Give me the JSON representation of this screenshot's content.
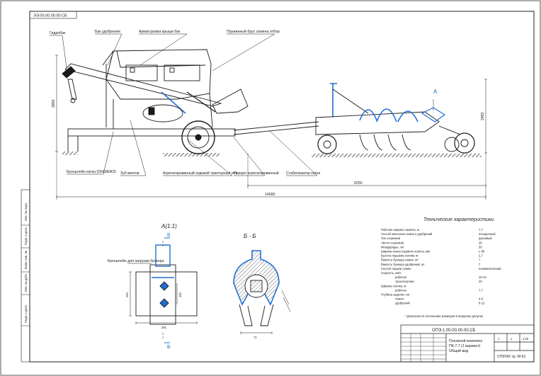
{
  "drawing": {
    "stamp_top": "ЭЭ.00.00.00.00.СБ",
    "main_view": {
      "callouts": [
        "Гидробак",
        "Бак удобрения",
        "Арматуровка крыши бак",
        "Пружинный брус семена отбор",
        "Кронштейн катка (ОНШБЖЗ)",
        "Зуб винтов",
        "Агрегатированный ходовой тракторный пол",
        "Прицеп агрегатированный",
        "Стабилизатор катка"
      ],
      "label_A": "А",
      "dim_height_left": "2850",
      "dim_height_right": "2450",
      "dim_mid": "6250",
      "dim_total": "14000"
    },
    "detail_A": {
      "title": "А(1:1)",
      "note": "Кронштейн для загрузки бункера",
      "cut_mark_top": "Б",
      "cut_mark_bottom": "Б",
      "dim_w": "291",
      "dim_h": "264",
      "dim_inner": "150"
    },
    "section_BB": {
      "title": "Б - Б",
      "dim_w": "71"
    },
    "tech": {
      "heading": "Технические характеристики",
      "rows": [
        {
          "k": "Рабочая ширина захвата, м",
          "v": "7,7"
        },
        {
          "k": "Способ внесения семян и удобрений",
          "v": "посадочный"
        },
        {
          "k": "Тип сошников",
          "v": "дисковый"
        },
        {
          "k": "Число сошников",
          "v": "25"
        },
        {
          "k": "Междурядье, см",
          "v": "30"
        },
        {
          "k": "Ширина колеи ходового колеса, мм",
          "v": "≤ 88"
        },
        {
          "k": "Высота подъёма сеялки, м",
          "v": "2,7"
        },
        {
          "k": "Ёмкость бункера семян, м³",
          "v": "7"
        },
        {
          "k": "Ёмкость бункера удобрений, м³",
          "v": "7"
        },
        {
          "k": "Способ подачи семян",
          "v": "пневматический"
        },
        {
          "k": "Скорость, км/ч",
          "v": ""
        },
        {
          "k": "рабочая",
          "v": "10-12"
        },
        {
          "k": "транспортная",
          "v": "20"
        },
        {
          "k": "Ширина сеялки, м",
          "v": ""
        },
        {
          "k": "рабочее",
          "v": "7,7"
        },
        {
          "k": "Глубина заделки, см",
          "v": ""
        },
        {
          "k": "семян",
          "v": "4-8"
        },
        {
          "k": "удобрений",
          "v": "8-12"
        }
      ],
      "footnote": "* Допускается отклонение размеров в пределах допуска"
    },
    "title_block": {
      "code": "ОПЭ.1.00.00.00.00.СБ",
      "name_line1": "Посевной комплекс",
      "name_line2": "ПК-7,7 (1 вариант)",
      "name_line3": "Общий вид",
      "sheet": "1",
      "sheets": "1",
      "scale": "1:20",
      "org": "СПбГАУ гр. М-51"
    },
    "side_strip": [
      "Инв. № подл.",
      "Подп. и дата",
      "Взам. инв. №",
      "Инв. № дубл.",
      "Подп. и дата"
    ],
    "colors": {
      "ink": "#1a1a1a",
      "accent": "#1f6fd1",
      "hatch": "#444444"
    }
  }
}
